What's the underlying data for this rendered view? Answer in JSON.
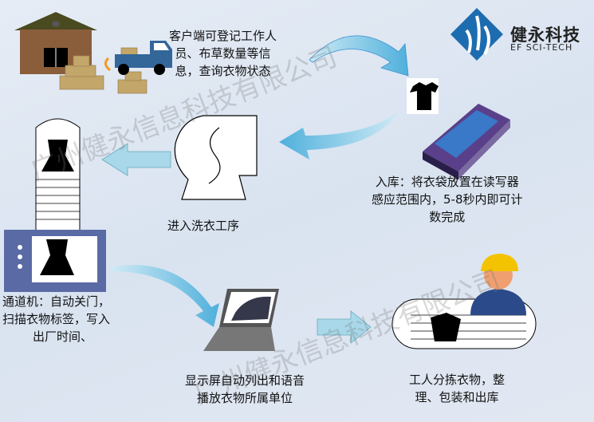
{
  "logo": {
    "name_cn": "健永科技",
    "name_en": "EF SCI-TECH",
    "brand_color": "#1e6cb0"
  },
  "watermark": "广州健永信息科技有限公司",
  "steps": {
    "register": [
      "客户端可登记工作人",
      "员、布草数量等信",
      "息，查询衣物状态"
    ],
    "storage": [
      "入库：将衣袋放置在读写器",
      "感应范围内，5-8秒内即可计",
      "数完成"
    ],
    "washing": [
      "进入洗衣工序"
    ],
    "channel": [
      "通道机：自动关门，",
      "扫描衣物标签，写入",
      "出厂时间、"
    ],
    "display": [
      "显示屏自动列出和语音",
      "播放衣物所属单位"
    ],
    "sorting": [
      "工人分拣衣物，整",
      "理、包装和出库"
    ]
  },
  "colors": {
    "arrow": "#7ec8e3",
    "truck": "#336699",
    "house": "#8a5d3b",
    "box": "#c2a66a"
  }
}
